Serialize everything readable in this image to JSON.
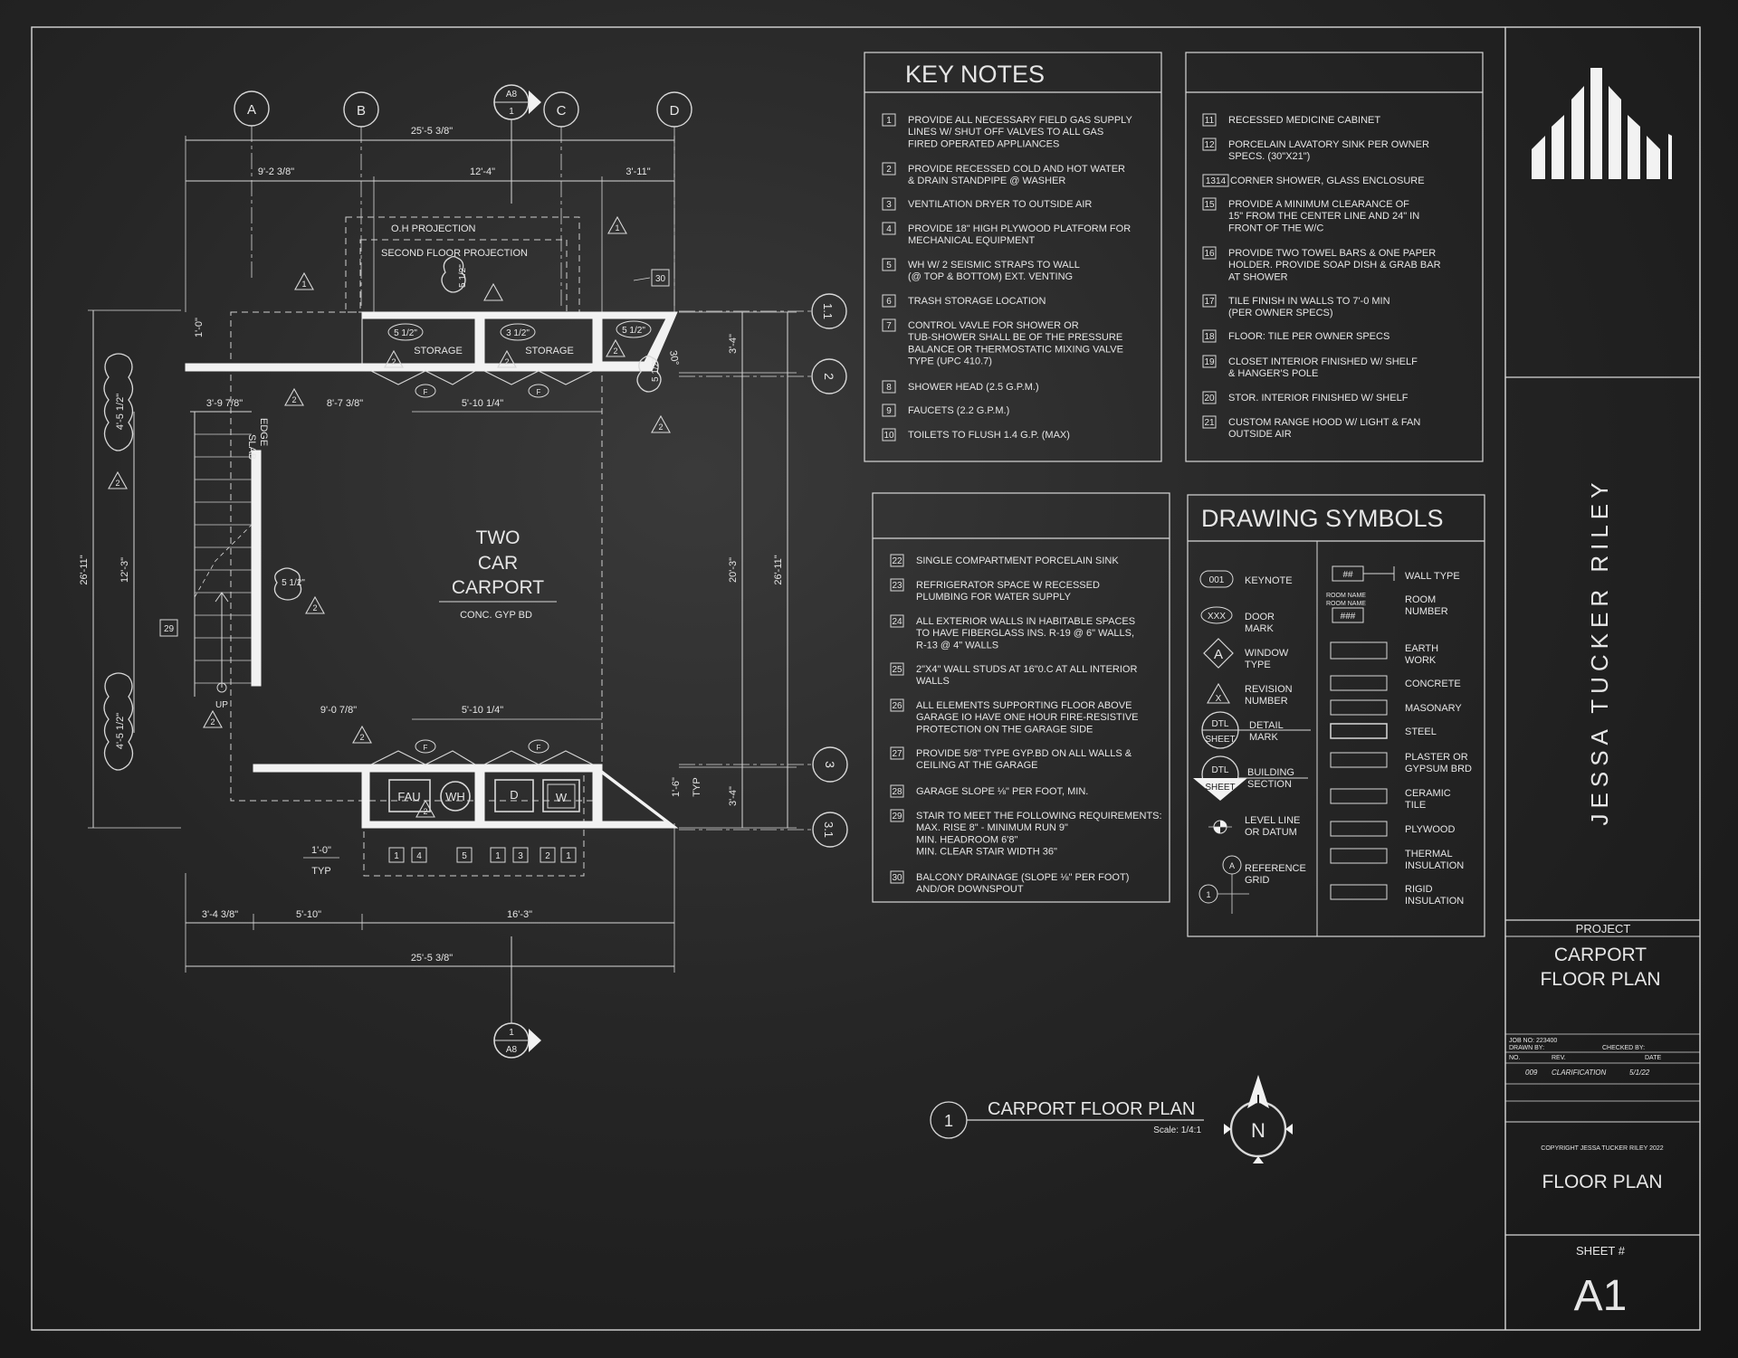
{
  "plan": {
    "grid_cols": [
      "A",
      "B",
      "C",
      "D"
    ],
    "grid_rows": [
      "1.1",
      "2",
      "3",
      "3.1"
    ],
    "section_ref_top": {
      "sheet": "A8",
      "num": "1"
    },
    "section_ref_bottom": {
      "sheet": "A8",
      "num": "1"
    },
    "dims": {
      "top_total": "25'-5 3/8\"",
      "top_a": "9'-2 3/8\"",
      "top_b": "12'-4\"",
      "top_c": "3'-11\"",
      "bot_total": "25'-5 3/8\"",
      "bot_a": "3'-4 3/8\"",
      "bot_b": "5'-10\"",
      "bot_c": "16'-3\"",
      "left_total": "26'-11\"",
      "left_mid": "12'-3\"",
      "left_top": "4'-5 1/2\"",
      "left_bot": "4'-5 1/2\"",
      "right_mid": "20'-3\"",
      "right_total": "26'-11\"",
      "right_top": "3'-4\"",
      "right_bot": "3'-4\"",
      "one_zero_a": "1'-0\"",
      "one_zero_b": "1'-0\"",
      "typ_a": "TYP",
      "typ_b": "TYP",
      "one_six": "1'-6\"",
      "three_nine": "3'-9 7/8\"",
      "eight_seven": "8'-7 3/8\"",
      "five_ten_a": "5'-10 1/4\"",
      "five_ten_b": "5'-10 1/4\"",
      "nine_zero": "9'-0 7/8\"",
      "angle": "30°"
    },
    "labels": {
      "oh": "O.H PROJECTION",
      "sfp": "SECOND FLOOR PROJECTION",
      "storage1": "STORAGE",
      "storage2": "STORAGE",
      "room1": "TWO",
      "room2": "CAR",
      "room3": "CARPORT",
      "room_sub": "CONC. GYP BD",
      "slab1": "SLAB",
      "slab2": "EDGE",
      "up": "UP",
      "fau": "FAU",
      "wh": "WH",
      "d": "D",
      "w": "W",
      "s512": "5 1/2\"",
      "s312": "3 1/2\"",
      "f": "F",
      "tag29": "29",
      "tag30": "30",
      "tri1": "1",
      "tri2": "2",
      "bottom_tags": [
        "1",
        "4",
        "5",
        "1",
        "3",
        "2",
        "1"
      ]
    }
  },
  "key_notes": {
    "title": "KEY NOTES",
    "left": [
      {
        "n": "1",
        "t": [
          "PROVIDE ALL NECESSARY FIELD GAS SUPPLY",
          "LINES W/ SHUT OFF VALVES TO ALL GAS",
          "FIRED OPERATED APPLIANCES"
        ]
      },
      {
        "n": "2",
        "t": [
          "PROVIDE RECESSED COLD AND HOT WATER",
          "& DRAIN STANDPIPE @ WASHER"
        ]
      },
      {
        "n": "3",
        "t": [
          "VENTILATION DRYER TO OUTSIDE AIR"
        ]
      },
      {
        "n": "4",
        "t": [
          "PROVIDE 18\" HIGH PLYWOOD PLATFORM FOR",
          "MECHANICAL EQUIPMENT"
        ]
      },
      {
        "n": "5",
        "t": [
          "WH W/ 2 SEISMIC STRAPS TO WALL",
          "  (@   TOP & BOTTOM) EXT. VENTING"
        ]
      },
      {
        "n": "6",
        "t": [
          "TRASH STORAGE LOCATION"
        ]
      },
      {
        "n": "7",
        "t": [
          "CONTROL VAVLE FOR SHOWER OR",
          "TUB-SHOWER SHALL BE OF THE PRESSURE",
          "BALANCE OR THERMOSTATIC MIXING VALVE",
          "TYPE (UPC 410.7)"
        ]
      },
      {
        "n": "8",
        "t": [
          "SHOWER HEAD (2.5 G.P.M.)"
        ]
      },
      {
        "n": "9",
        "t": [
          "FAUCETS (2.2 G.P.M.)"
        ]
      },
      {
        "n": "10",
        "t": [
          "TOILETS TO FLUSH 1.4 G.P. (MAX)"
        ]
      }
    ],
    "right": [
      {
        "n": "11",
        "t": [
          "RECESSED MEDICINE CABINET"
        ]
      },
      {
        "n": "12",
        "t": [
          "PORCELAIN LAVATORY SINK PER OWNER",
          "SPECS. (30\"X21\")"
        ]
      },
      {
        "n": "1314",
        "t": [
          "CORNER SHOWER, GLASS ENCLOSURE"
        ]
      },
      {
        "n": "15",
        "t": [
          "PROVIDE A MINIMUM CLEARANCE OF",
          "15\" FROM THE CENTER LINE AND 24\" IN",
          "FRONT OF THE W/C"
        ]
      },
      {
        "n": "16",
        "t": [
          "PROVIDE TWO TOWEL BARS & ONE PAPER",
          "HOLDER. PROVIDE SOAP DISH & GRAB BAR",
          "AT SHOWER"
        ]
      },
      {
        "n": "17",
        "t": [
          "TILE FINISH IN WALLS TO 7'-0 MIN",
          "(PER OWNER SPECS)"
        ]
      },
      {
        "n": "18",
        "t": [
          "FLOOR: TILE PER OWNER SPECS"
        ]
      },
      {
        "n": "19",
        "t": [
          "CLOSET INTERIOR FINISHED W/ SHELF",
          "& HANGER'S POLE"
        ]
      },
      {
        "n": "20",
        "t": [
          "STOR. INTERIOR FINISHED W/ SHELF"
        ]
      },
      {
        "n": "21",
        "t": [
          "CUSTOM RANGE HOOD W/ LIGHT & FAN",
          "OUTSIDE AIR"
        ]
      }
    ],
    "lower": [
      {
        "n": "22",
        "t": [
          "SINGLE COMPARTMENT PORCELAIN SINK"
        ]
      },
      {
        "n": "23",
        "t": [
          "REFRIGERATOR SPACE W RECESSED",
          "PLUMBING FOR WATER SUPPLY"
        ]
      },
      {
        "n": "24",
        "t": [
          "ALL EXTERIOR WALLS IN HABITABLE SPACES",
          "TO HAVE FIBERGLASS INS. R-19 @ 6\" WALLS,",
          "R-13 @ 4\" WALLS"
        ]
      },
      {
        "n": "25",
        "t": [
          "2\"X4\" WALL STUDS AT 16\"0.C AT ALL INTERIOR",
          "WALLS"
        ]
      },
      {
        "n": "26",
        "t": [
          "ALL ELEMENTS SUPPORTING FLOOR ABOVE",
          "GARAGE IO HAVE ONE HOUR FIRE-RESISTIVE",
          "PROTECTION ON THE GARAGE SIDE"
        ]
      },
      {
        "n": "27",
        "t": [
          "PROVIDE 5/8\" TYPE GYP.BD ON ALL WALLS &",
          "CEILING AT THE GARAGE"
        ]
      },
      {
        "n": "28",
        "t": [
          "GARAGE SLOPE ⅛\" PER FOOT, MIN."
        ]
      },
      {
        "n": "29",
        "t": [
          "STAIR TO MEET THE FOLLOWING REQUIREMENTS:",
          "MAX. RISE 8\" - MINIMUM RUN 9\"",
          "MIN. HEADROOM 6'8\"",
          "MIN. CLEAR STAIR WIDTH 36\""
        ]
      },
      {
        "n": "30",
        "t": [
          "BALCONY DRAINAGE (SLOPE ⅛\" PER FOOT)",
          "AND/OR DOWNSPOUT"
        ]
      }
    ]
  },
  "symbols": {
    "title": "DRAWING SYMBOLS",
    "left": [
      {
        "sym": "001",
        "l": [
          "KEYNOTE"
        ]
      },
      {
        "sym": "XXX",
        "l": [
          "DOOR",
          "MARK"
        ]
      },
      {
        "sym": "A",
        "l": [
          "WINDOW",
          "TYPE"
        ]
      },
      {
        "sym": "X",
        "l": [
          "REVISION",
          "NUMBER"
        ]
      },
      {
        "sym": "DTL",
        "sym2": "SHEET",
        "l": [
          "DETAIL",
          "MARK"
        ]
      },
      {
        "sym": "DTL",
        "sym2": "SHEET",
        "l": [
          "BUILDING",
          "SECTION"
        ]
      },
      {
        "sym": "",
        "l": [
          "LEVEL LINE",
          "OR DATUM"
        ]
      },
      {
        "sym": "A",
        "sym2": "1",
        "l": [
          "REFERENCE",
          "GRID"
        ]
      }
    ],
    "right": [
      {
        "sym": "##",
        "l": [
          "WALL TYPE"
        ]
      },
      {
        "sym": "###",
        "small": [
          "ROOM NAME",
          "ROOM NAME"
        ],
        "l": [
          "ROOM",
          "NUMBER"
        ]
      },
      {
        "l": [
          "EARTH",
          "WORK"
        ]
      },
      {
        "l": [
          "CONCRETE"
        ]
      },
      {
        "l": [
          "MASONARY"
        ]
      },
      {
        "l": [
          "STEEL"
        ]
      },
      {
        "l": [
          "PLASTER OR",
          "GYPSUM BRD"
        ]
      },
      {
        "l": [
          "CERAMIC",
          "TILE"
        ]
      },
      {
        "l": [
          "PLYWOOD"
        ]
      },
      {
        "l": [
          "THERMAL",
          "INSULATION"
        ]
      },
      {
        "l": [
          "RIGID",
          "INSULATION"
        ]
      }
    ]
  },
  "title_caption": {
    "num": "1",
    "title": "CARPORT FLOOR PLAN",
    "scale": "Scale: 1/4:1",
    "north": "N"
  },
  "title_block": {
    "designer": "JESSA TUCKER RILEY",
    "project_label": "PROJECT",
    "project1": "CARPORT",
    "project2": "FLOOR PLAN",
    "job": "JOB NO: 223400",
    "drawn": "DRAWN BY:",
    "checked": "CHECKED BY:",
    "no": "NO.",
    "rev": "REV.",
    "date": "DATE",
    "rev_no": "009",
    "rev_desc": "CLARIFICATION",
    "rev_date": "5/1/22",
    "copyright": "COPYRIGHT JESSA TUCKER RILEY 2022",
    "sheet_title": "FLOOR PLAN",
    "sheet_label": "SHEET #",
    "sheet_no": "A1"
  }
}
